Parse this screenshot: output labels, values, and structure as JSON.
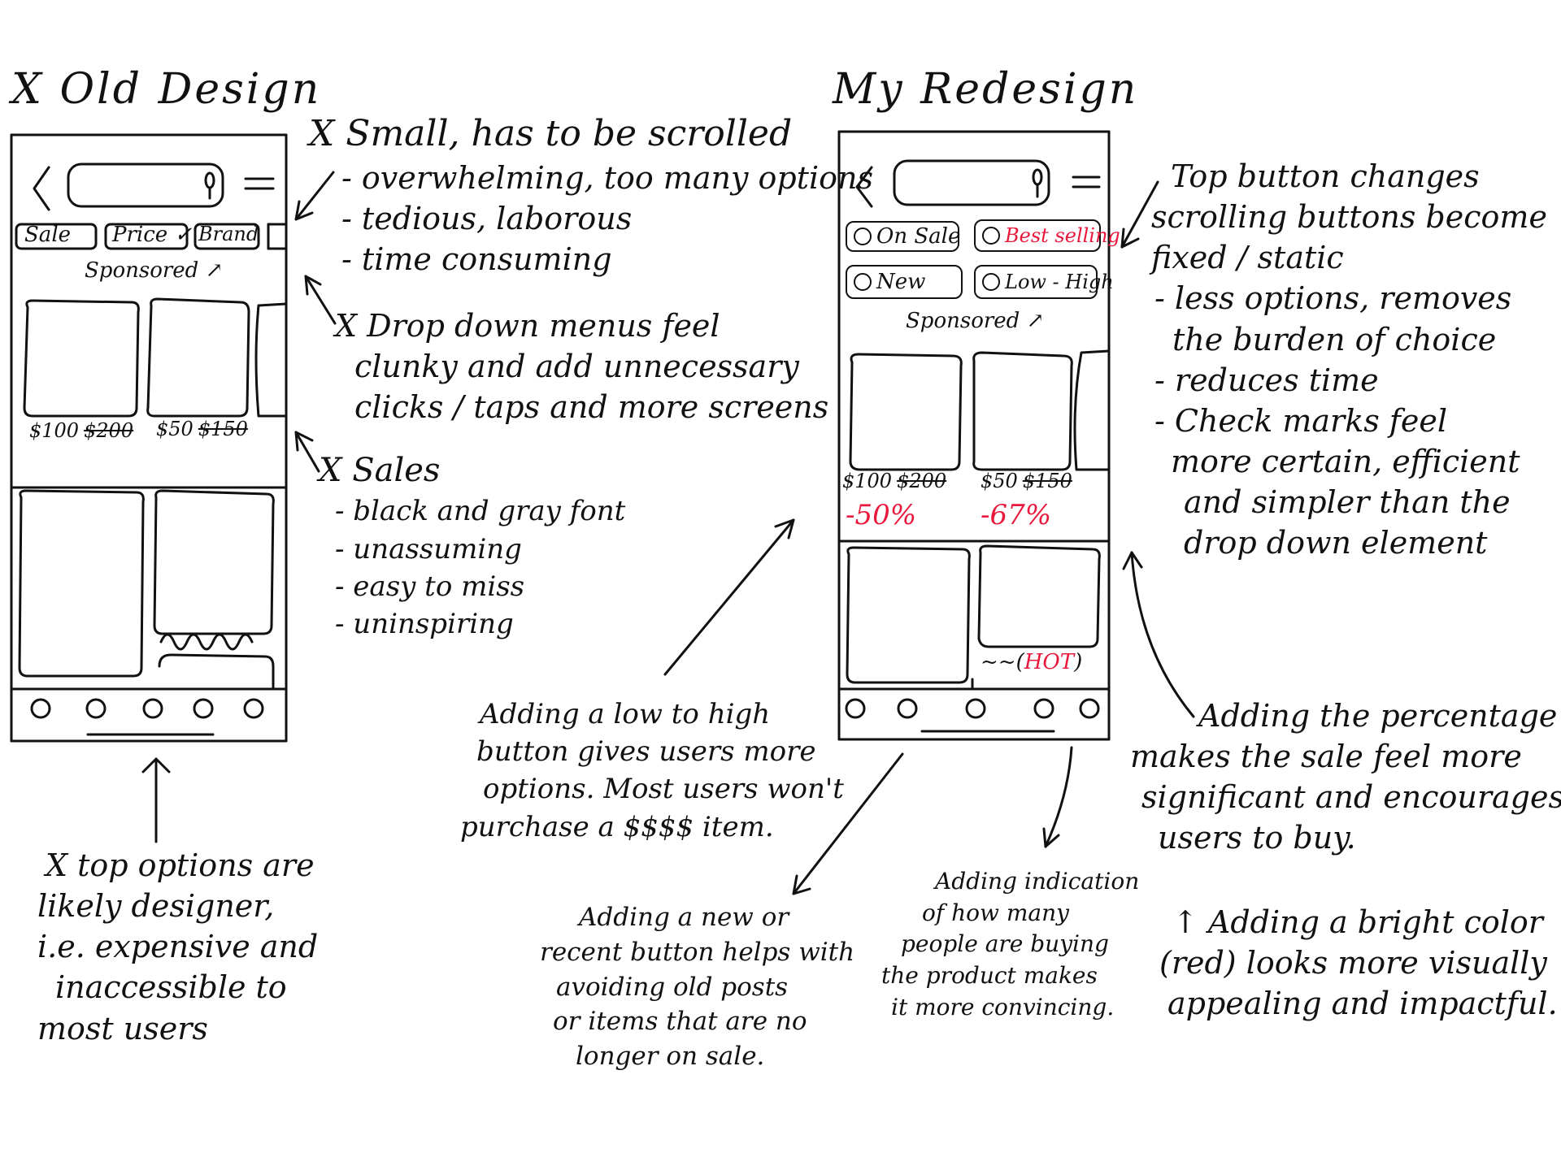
{
  "old": {
    "title": "X Old Design",
    "chips": [
      "Sale",
      "Price ✓",
      "Brand"
    ],
    "sponsored": "Sponsored ↗",
    "prices": [
      {
        "now": "$100",
        "was": "$200"
      },
      {
        "now": "$50",
        "was": "$150"
      }
    ],
    "wavy_text": "~~~~~"
  },
  "new": {
    "title": "My Redesign",
    "chips": [
      {
        "label": "On Sale",
        "highlight": false
      },
      {
        "label": "Best selling",
        "highlight": true
      },
      {
        "label": "New",
        "highlight": false
      },
      {
        "label": "Low - High",
        "highlight": false
      }
    ],
    "sponsored": "Sponsored ↗",
    "prices": [
      {
        "now": "$100",
        "was": "$200",
        "pct": "-50%"
      },
      {
        "now": "$50",
        "was": "$150",
        "pct": "-67%"
      }
    ],
    "hot_prefix": "~~(",
    "hot": "HOT",
    "hot_suffix": ")"
  },
  "notes": {
    "small": [
      "X Small, has to be scrolled",
      "- overwhelming, too many options",
      "- tedious, laborous",
      "- time consuming"
    ],
    "dropdown": [
      "X Drop down menus feel",
      "clunky and add unnecessary",
      "clicks / taps and more screens"
    ],
    "sales": [
      "X Sales",
      "- black and gray font",
      "- unassuming",
      "- easy to miss",
      "- uninspiring"
    ],
    "top_options": [
      "X top options are",
      "likely designer,",
      "i.e. expensive and",
      "inaccessible to",
      "most users"
    ],
    "low_high": [
      "Adding a low to high",
      "button gives users more",
      "options. Most users won't",
      "purchase a $$$$ item."
    ],
    "new_button": [
      "Adding a new or",
      "recent button helps with",
      "avoiding old posts",
      "or items that are no",
      "longer on sale."
    ],
    "indication": [
      "Adding indication",
      "of how many",
      "people are buying",
      "the product makes",
      "it more convincing."
    ],
    "top_button": [
      "Top button changes",
      "scrolling buttons become",
      "fixed / static",
      "- less options, removes",
      "the burden of choice",
      "- reduces time",
      "- Check marks feel",
      "more certain, efficient",
      "and simpler than the",
      "drop down element"
    ],
    "percentage": [
      "Adding the percentage",
      "makes the sale feel more",
      "significant and encourages",
      "users to buy."
    ],
    "bright_color": [
      "↑ Adding a bright color",
      "(red) looks more visually",
      "appealing and impactful."
    ]
  },
  "colors": {
    "ink": "#111111",
    "accent": "#e8193c",
    "paper": "#ffffff"
  }
}
